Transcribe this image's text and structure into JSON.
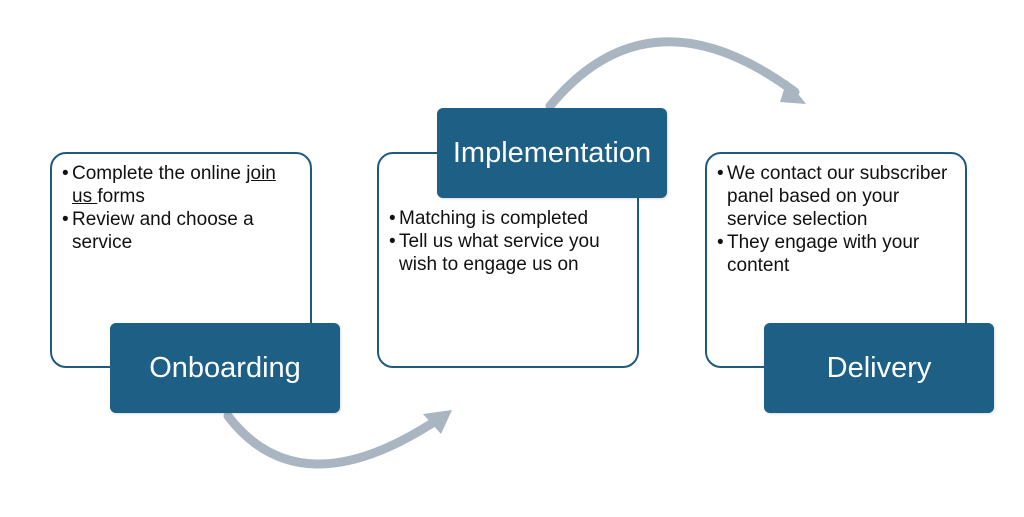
{
  "diagram": {
    "steps": [
      {
        "title": "Onboarding",
        "bullets": [
          {
            "prefix": "Complete the online ",
            "link": "join us ",
            "suffix": "forms"
          },
          {
            "text": "Review and choose a service"
          }
        ]
      },
      {
        "title": "Implementation",
        "bullets": [
          {
            "text": "Matching is completed"
          },
          {
            "text": "Tell us what  service you wish to engage us on"
          }
        ]
      },
      {
        "title": "Delivery",
        "bullets": [
          {
            "text": "We contact our subscriber panel based on your service selection"
          },
          {
            "text": "They engage with your content"
          }
        ]
      }
    ],
    "colors": {
      "title_box": "#1d5f85",
      "card_border": "#1e5a80",
      "arrow": "#a9b6c2",
      "text": "#111111"
    }
  }
}
